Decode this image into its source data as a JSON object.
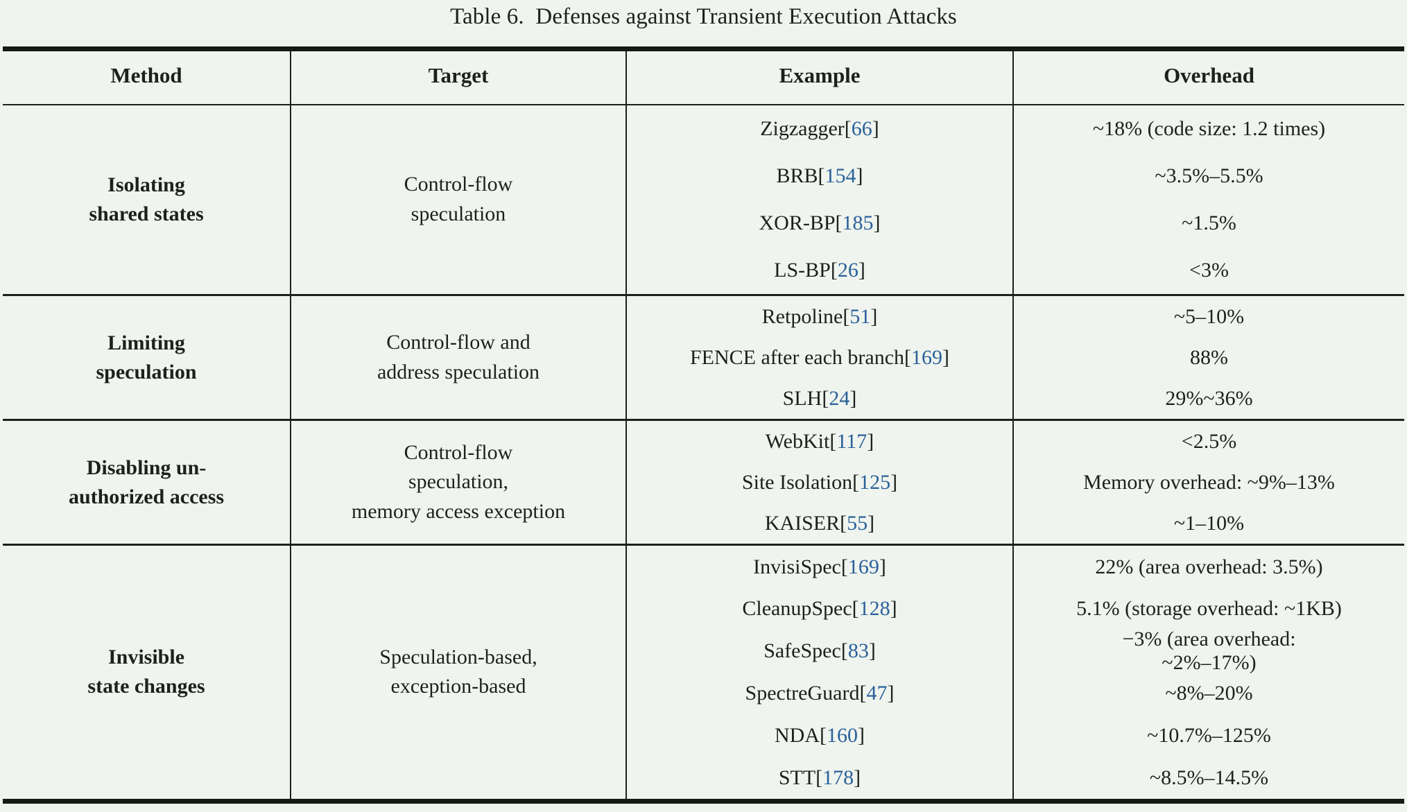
{
  "caption": {
    "number": "Table 6.",
    "text": "Defenses against Transient Execution Attacks"
  },
  "colors": {
    "page_background": "#eff4ee",
    "text": "#1c211c",
    "citation_link": "#2a6099",
    "rule": "#141a14"
  },
  "table": {
    "headers": [
      "Method",
      "Target",
      "Example",
      "Overhead"
    ],
    "sections": [
      {
        "method": "Isolating\nshared states",
        "method_lines": [
          "Isolating",
          "shared states"
        ],
        "target": "Control-flow\nspeculation",
        "target_lines": [
          "Control-flow",
          "speculation"
        ],
        "rows": [
          {
            "example_name": "Zigzagger",
            "example_ref": "66",
            "overhead": "~18% (code size: 1.2 times)"
          },
          {
            "example_name": "BRB",
            "example_ref": "154",
            "overhead": "~3.5%–5.5%"
          },
          {
            "example_name": "XOR-BP",
            "example_ref": "185",
            "overhead": "~1.5%"
          },
          {
            "example_name": "LS-BP",
            "example_ref": "26",
            "overhead": "<3%"
          }
        ]
      },
      {
        "method": "Limiting\nspeculation",
        "method_lines": [
          "Limiting",
          "speculation"
        ],
        "target": "Control-flow and\naddress speculation",
        "target_lines": [
          "Control-flow and",
          "address speculation"
        ],
        "rows": [
          {
            "example_name": "Retpoline",
            "example_ref": "51",
            "overhead": "~5–10%"
          },
          {
            "example_name": "FENCE after each branch",
            "example_ref": "169",
            "overhead": "88%"
          },
          {
            "example_name": "SLH",
            "example_ref": "24",
            "overhead": "29%~36%"
          }
        ]
      },
      {
        "method": "Disabling un-\nauthorized access",
        "method_lines": [
          "Disabling un-",
          "authorized access"
        ],
        "target": "Control-flow\nspeculation,\nmemory access exception",
        "target_lines": [
          "Control-flow",
          "speculation,",
          "memory access exception"
        ],
        "rows": [
          {
            "example_name": "WebKit",
            "example_ref": "117",
            "overhead": "<2.5%"
          },
          {
            "example_name": "Site Isolation",
            "example_ref": "125",
            "overhead": "Memory overhead: ~9%–13%"
          },
          {
            "example_name": "KAISER",
            "example_ref": "55",
            "overhead": "~1–10%"
          }
        ]
      },
      {
        "method": "Invisible\nstate changes",
        "method_lines": [
          "Invisible",
          "state changes"
        ],
        "target": "Speculation-based,\nexception-based",
        "target_lines": [
          "Speculation-based,",
          "exception-based"
        ],
        "rows": [
          {
            "example_name": "InvisiSpec",
            "example_ref": "169",
            "overhead": "22% (area overhead: 3.5%)"
          },
          {
            "example_name": "CleanupSpec",
            "example_ref": "128",
            "overhead": "5.1% (storage overhead: ~1KB)"
          },
          {
            "example_name": "SafeSpec",
            "example_ref": "83",
            "overhead": "−3% (area overhead:\n~2%–17%)",
            "overhead_lines": [
              "−3% (area overhead:",
              "~2%–17%)"
            ]
          },
          {
            "example_name": "SpectreGuard",
            "example_ref": "47",
            "overhead": "~8%–20%"
          },
          {
            "example_name": "NDA",
            "example_ref": "160",
            "overhead": "~10.7%–125%"
          },
          {
            "example_name": "STT",
            "example_ref": "178",
            "overhead": "~8.5%–14.5%"
          }
        ]
      }
    ]
  }
}
